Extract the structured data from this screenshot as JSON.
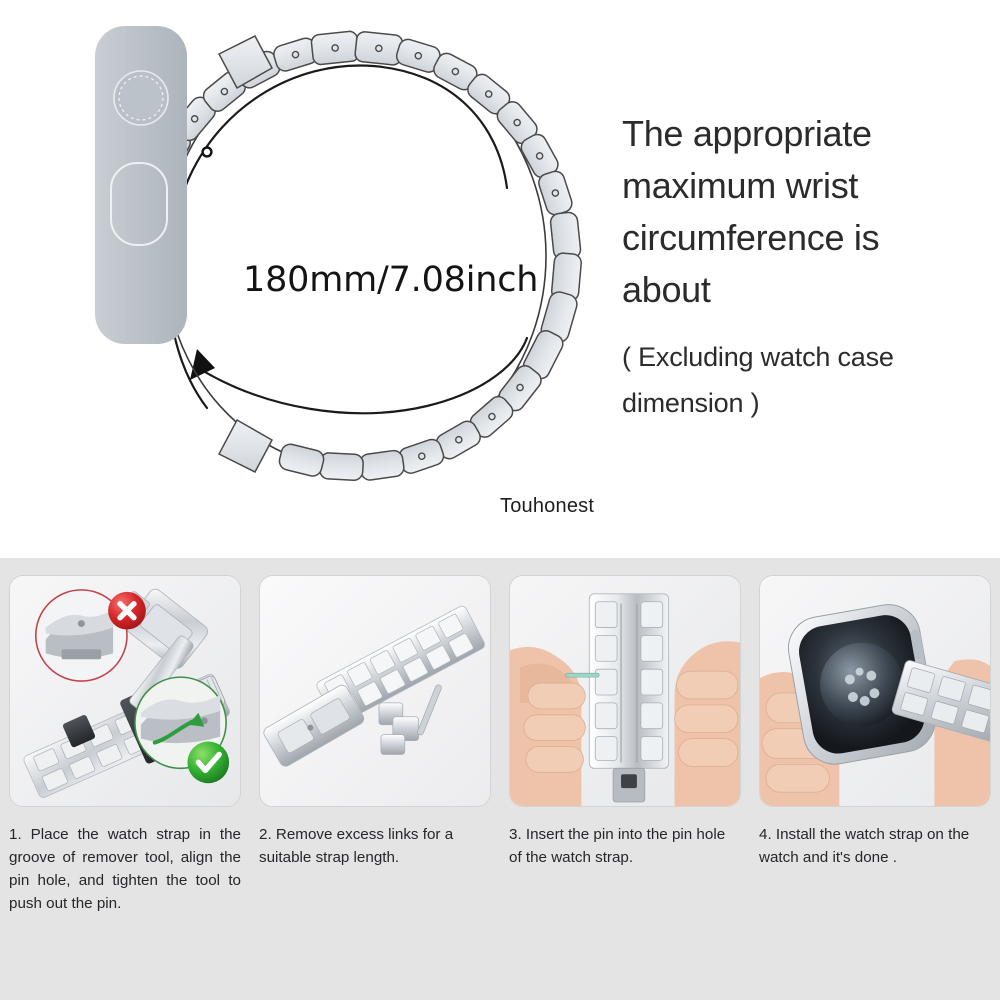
{
  "headline": {
    "line1": "The appropriate",
    "line2": "maximum wrist",
    "line3": "circumference is",
    "line4": "about",
    "note_line1": "( Excluding watch case",
    "note_line2": "dimension )"
  },
  "diagram": {
    "size_label": "180mm/7.08inch",
    "brand": "Touhonest",
    "watch_case_icon": "watch-side-view-icon",
    "crown_icon": "watch-crown-icon",
    "side_button_icon": "watch-side-button-icon",
    "measure_arrow_icon": "circumference-arrow-icon",
    "band_link_count": 26
  },
  "steps": [
    {
      "number": "1.",
      "caption": "1.  Place the watch strap in the groove of remover tool, align the pin hole, and tighten the tool to push out the pin.",
      "photo_name": "step-1-photo-link-remover-tool",
      "badges": [
        "red-x-badge-icon",
        "green-check-badge-icon"
      ]
    },
    {
      "number": "2.",
      "caption": "2. Remove excess links for a suitable strap length.",
      "photo_name": "step-2-photo-removed-links",
      "badges": []
    },
    {
      "number": "3.",
      "caption": "3. Insert the pin into the pin hole of the watch strap.",
      "photo_name": "step-3-photo-insert-pin",
      "badges": []
    },
    {
      "number": "4.",
      "caption": "4. Install the watch strap on the watch and it's done .",
      "photo_name": "step-4-photo-install-strap",
      "badges": []
    }
  ],
  "colors": {
    "page_background": "#ffffff",
    "bottom_background": "#e4e4e4",
    "text_primary": "#2b2b2b",
    "caption_text": "#26262b",
    "band_fill": "#d9dde2",
    "band_stroke": "#4a4a4a",
    "red_badge": "#d8262a",
    "green_badge": "#34b233",
    "metal_light": "#f4f5f7",
    "metal_mid": "#c3c7cc",
    "metal_dark": "#8d9298",
    "skin": "#e9bda4"
  }
}
